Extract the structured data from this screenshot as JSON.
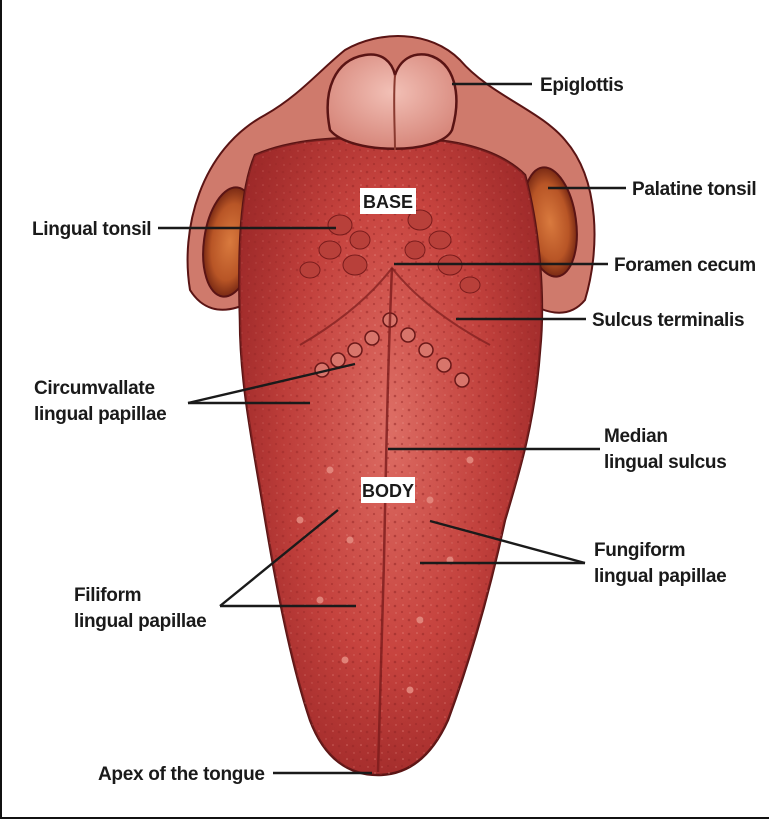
{
  "regions": {
    "base": "BASE",
    "body": "BODY"
  },
  "labels": {
    "epiglottis": "Epiglottis",
    "palatine_tonsil": "Palatine tonsil",
    "lingual_tonsil": "Lingual tonsil",
    "foramen_cecum": "Foramen cecum",
    "sulcus_terminalis": "Sulcus terminalis",
    "circumvallate_line1": "Circumvallate",
    "circumvallate_line2": "lingual papillae",
    "median_line1": "Median",
    "median_line2": "lingual sulcus",
    "fungiform_line1": "Fungiform",
    "fungiform_line2": "lingual papillae",
    "filiform_line1": "Filiform",
    "filiform_line2": "lingual papillae",
    "apex": "Apex of the tongue"
  },
  "colors": {
    "tongue": "#c8433f",
    "tongue_dark": "#9e2a2a",
    "tongue_light": "#d9665f",
    "epiglottis": "#e6a39a",
    "pharynx": "#d88578",
    "tonsil": "#c8602e",
    "outline": "#5a1414"
  }
}
